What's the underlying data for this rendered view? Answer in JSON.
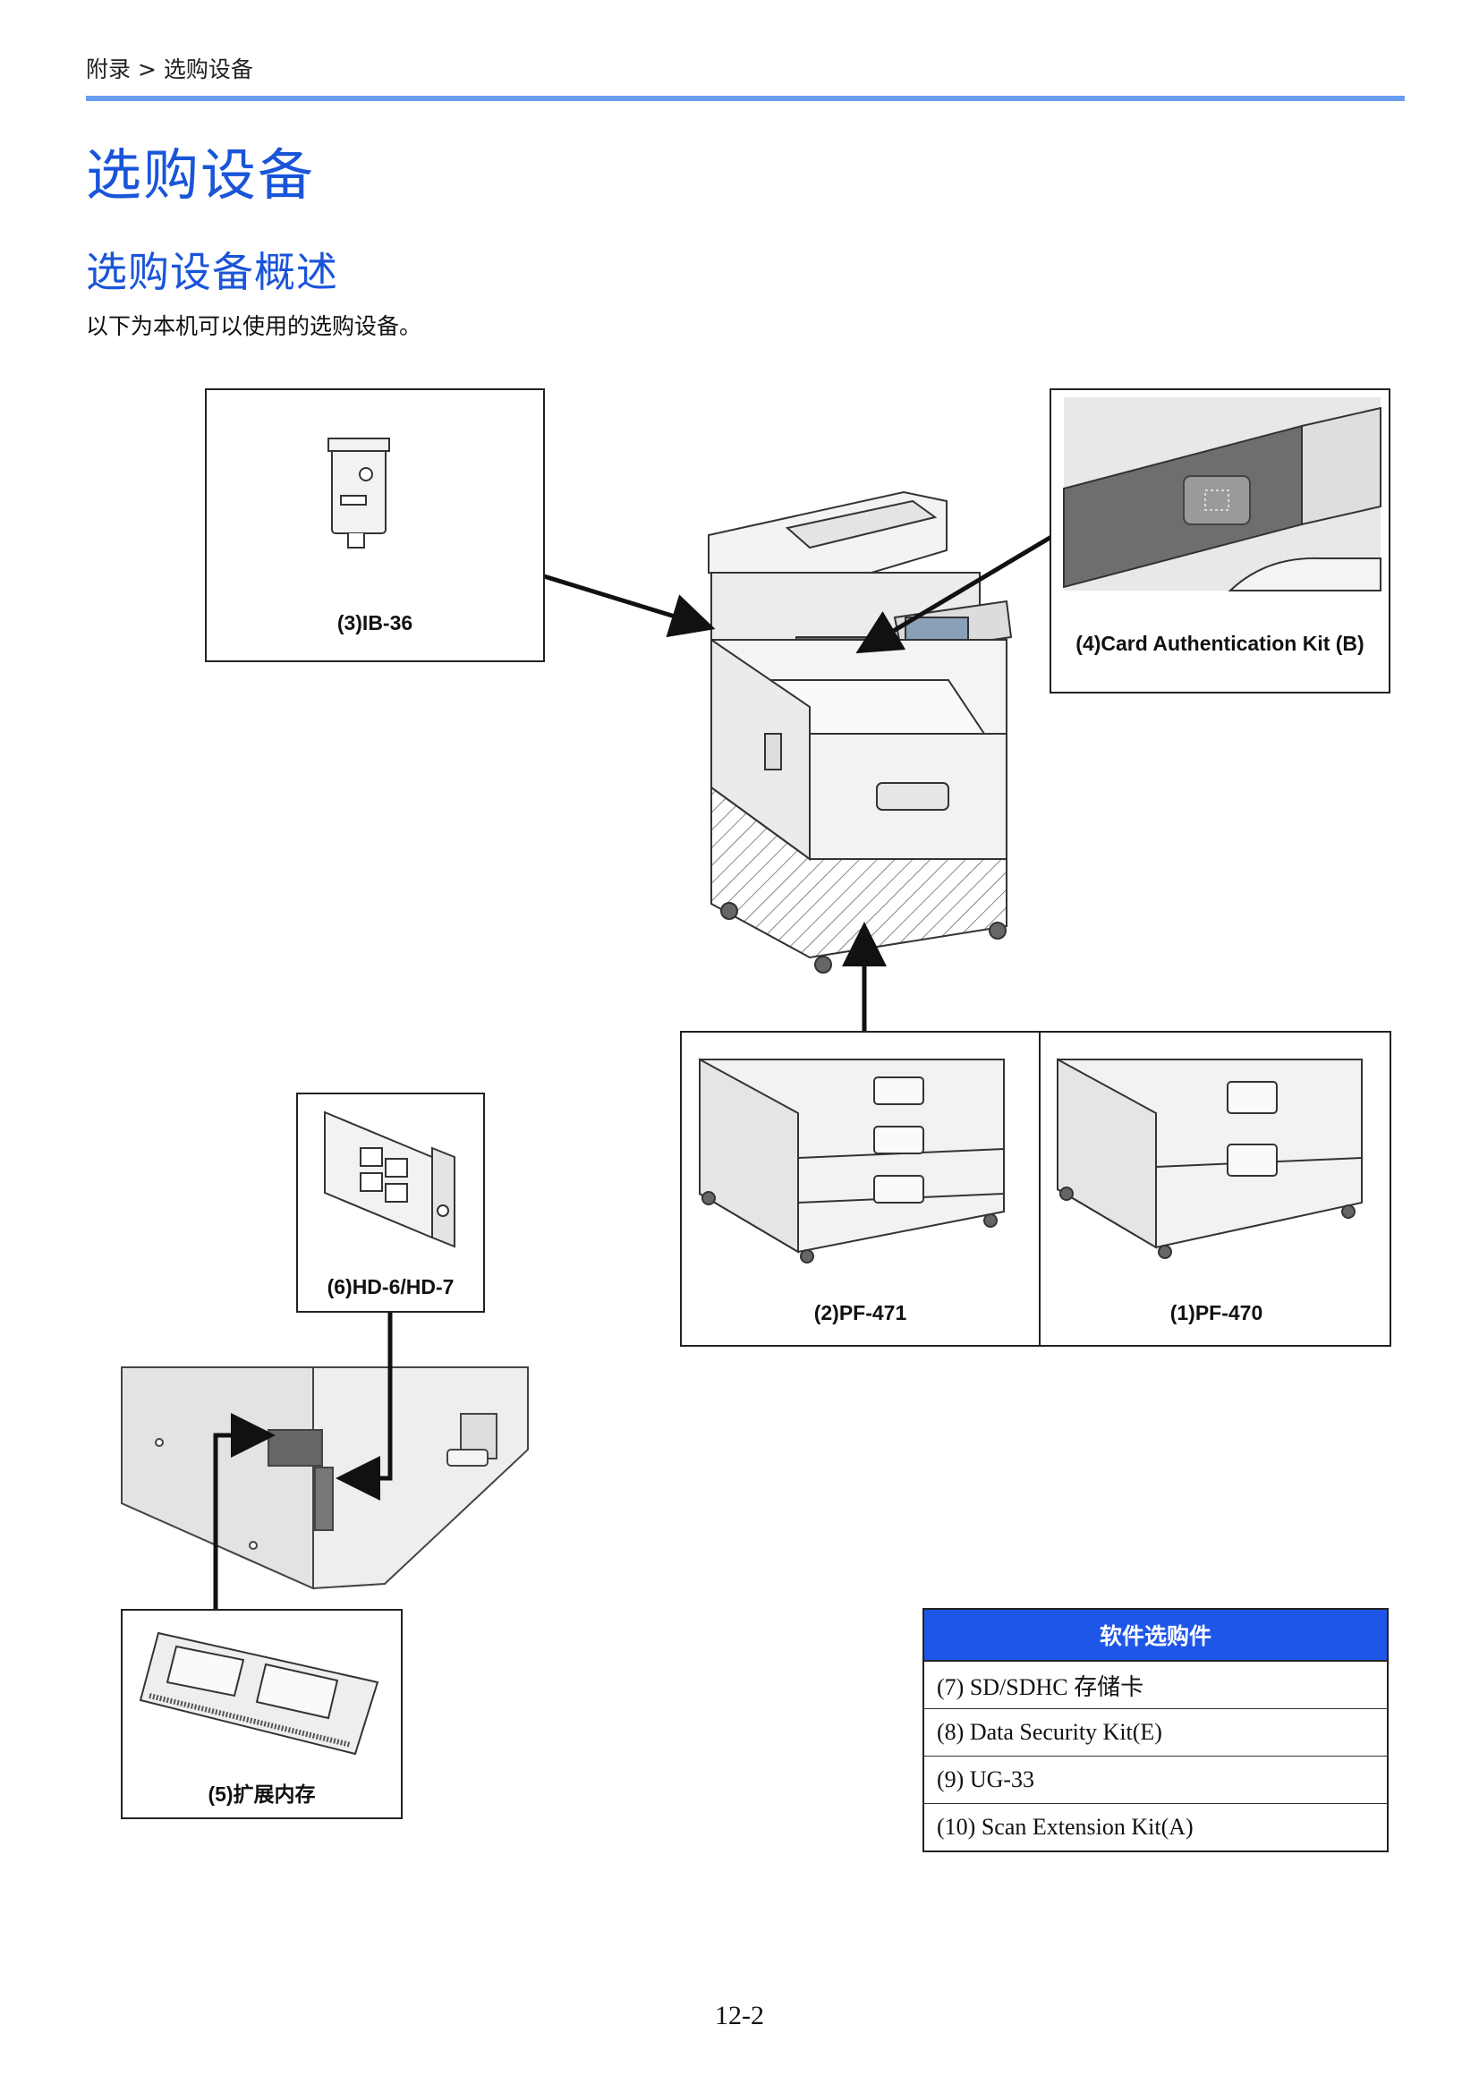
{
  "header": {
    "breadcrumb": "附录 > 选购设备"
  },
  "titles": {
    "h1": "选购设备",
    "h2": "选购设备概述",
    "intro": "以下为本机可以使用的选购设备。"
  },
  "options": {
    "ib36": "(3)IB-36",
    "card_auth": "(4)Card Authentication Kit (B)",
    "pf471": "(2)PF-471",
    "pf470": "(1)PF-470",
    "hd": "(6)HD-6/HD-7",
    "memory": "(5)扩展内存"
  },
  "software_table": {
    "header": "软件选购件",
    "rows": [
      "(7) SD/SDHC 存储卡",
      "(8) Data Security Kit(E)",
      "(9) UG-33",
      "(10) Scan Extension Kit(A)"
    ]
  },
  "footer": {
    "page_number": "12-2"
  },
  "colors": {
    "heading": "#1a55d9",
    "rule": "#6c9cf0",
    "table_header": "#1e56e8"
  }
}
